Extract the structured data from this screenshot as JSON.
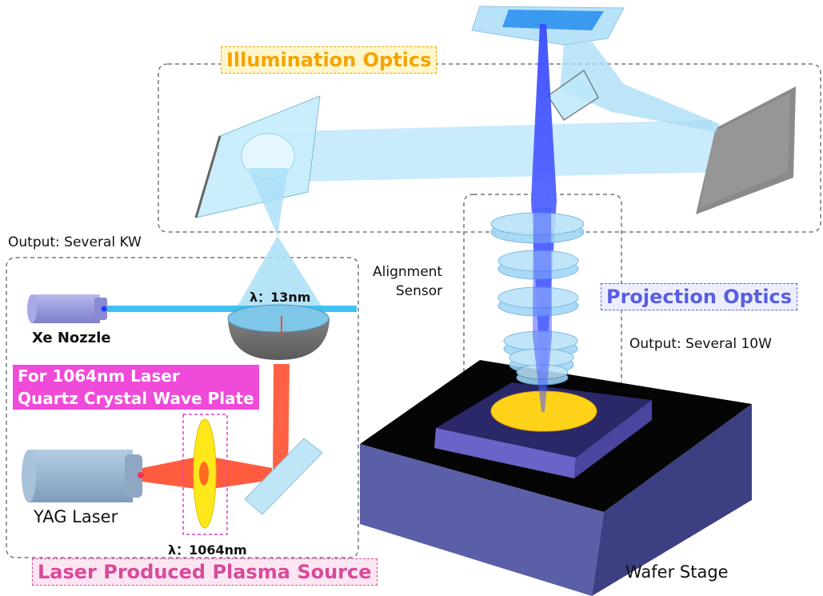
{
  "labels": {
    "illumination_optics": "Illumination Optics",
    "projection_optics": "Projection Optics",
    "lpp_source": "Laser Produced Plasma Source",
    "wave_plate_line1": "For 1064nm Laser",
    "wave_plate_line2": "Quartz Crystal Wave Plate",
    "output_source": "Output: Several KW",
    "output_projection": "Output: Several 10W",
    "alignment_sensor_line1": "Alignment",
    "alignment_sensor_line2": "Sensor",
    "xe_nozzle": "Xe Nozzle",
    "yag_laser": "YAG Laser",
    "wavelength_euv": "λ：13nm",
    "wavelength_laser": "λ：1064nm",
    "wafer_stage": "Wafer Stage"
  },
  "colors": {
    "illumination_label": "#f5a300",
    "illumination_bg": "#fff6cc",
    "projection_label": "#5a5ee0",
    "projection_bg": "#eceeff",
    "lpp_label": "#d94a9a",
    "lpp_bg": "#fde6f2",
    "wave_plate_bg": "#f04ad8",
    "euv_beam": "#4a60ff",
    "laser_beam": "#ff5030",
    "optics_light": "#a8e0f8",
    "stage_side": "#5a5fa8",
    "wafer": "#ffd21a"
  }
}
